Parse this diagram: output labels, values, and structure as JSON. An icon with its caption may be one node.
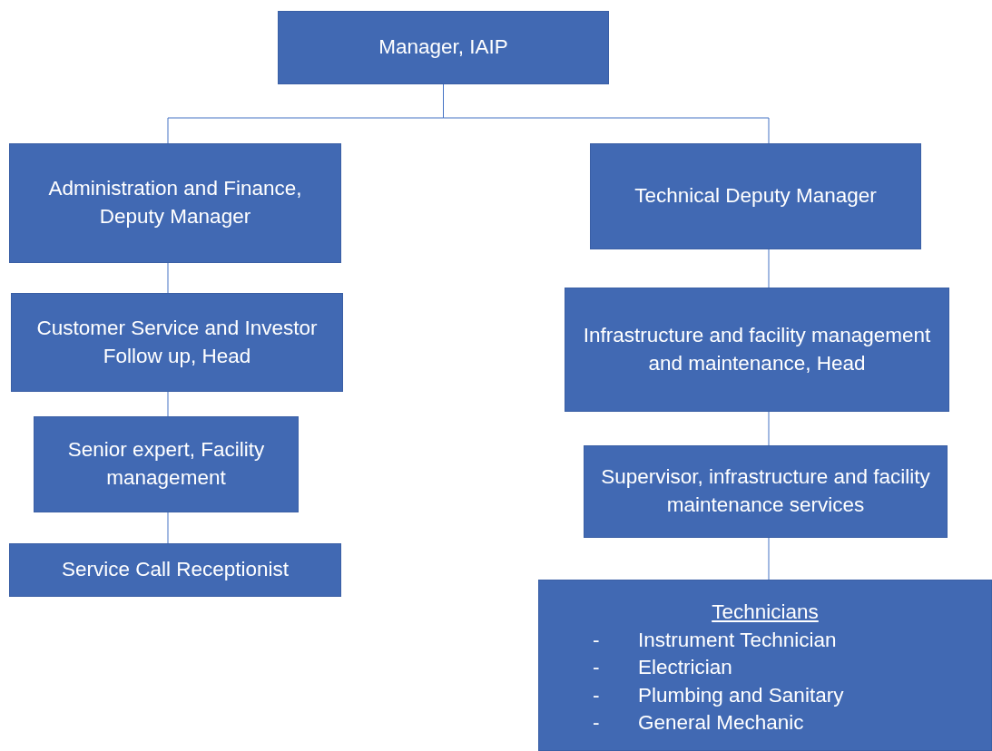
{
  "diagram": {
    "nodes": [
      {
        "text": [
          "Manager, IAIP"
        ]
      },
      {
        "text": [
          "Administration and Finance, Deputy Manager"
        ]
      },
      {
        "text": [
          "Technical Deputy Manager"
        ]
      },
      {
        "text": [
          "Customer Service and Investor Follow up, Head"
        ]
      },
      {
        "text": [
          "Infrastructure and facility management and maintenance, Head"
        ]
      },
      {
        "text": [
          "Senior expert, Facility management"
        ]
      },
      {
        "text": [
          "Supervisor, infrastructure and facility maintenance services"
        ]
      },
      {
        "text": [
          "Service Call Receptionist"
        ]
      },
      {
        "text": [
          "Technicians",
          "- Instrument Technician",
          "- Electrician",
          "- Plumbing and Sanitary",
          "- General Mechanic"
        ]
      }
    ],
    "edges": [
      {
        "from": 0,
        "to": 1,
        "arrow": "none"
      },
      {
        "from": 0,
        "to": 2,
        "arrow": "none"
      },
      {
        "from": 1,
        "to": 3,
        "arrow": "none"
      },
      {
        "from": 3,
        "to": 5,
        "arrow": "none"
      },
      {
        "from": 5,
        "to": 7,
        "arrow": "none"
      },
      {
        "from": 2,
        "to": 4,
        "arrow": "none"
      },
      {
        "from": 4,
        "to": 6,
        "arrow": "none"
      },
      {
        "from": 6,
        "to": 8,
        "arrow": "none"
      }
    ]
  }
}
